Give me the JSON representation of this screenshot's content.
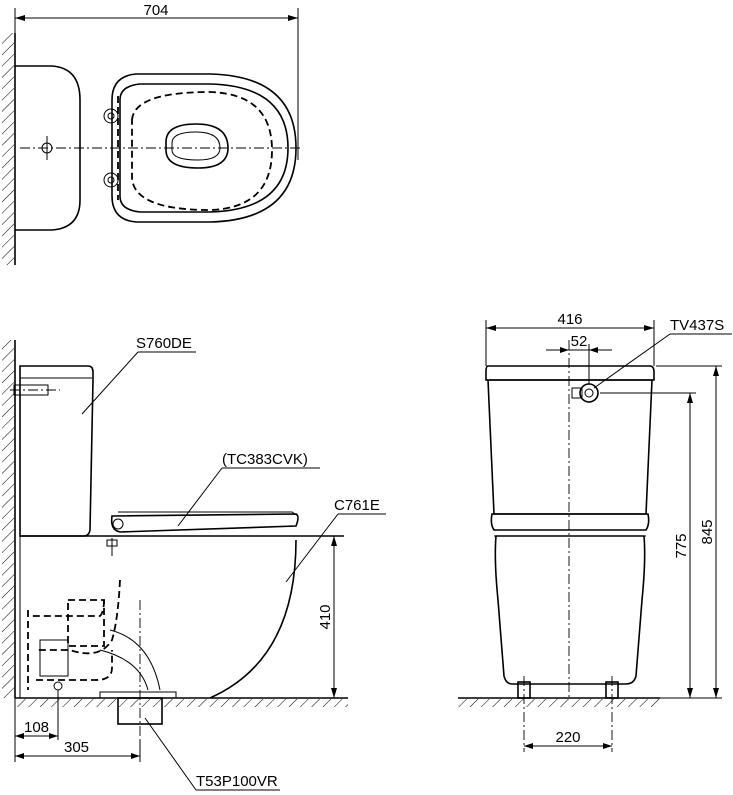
{
  "top_view": {
    "width_dim": "704"
  },
  "side_view": {
    "tank_label": "S760DE",
    "seat_label": "(TC383CVK)",
    "bowl_label": "C761E",
    "height_dim": "410",
    "rough_in_dim": "305",
    "wall_offset_dim": "108",
    "flange_label": "T53P100VR"
  },
  "front_view": {
    "width_dim": "416",
    "handle_offset_dim": "52",
    "handle_label": "TV437S",
    "tank_height_dim": "775",
    "total_height_dim": "845",
    "bolt_spacing_dim": "220"
  }
}
